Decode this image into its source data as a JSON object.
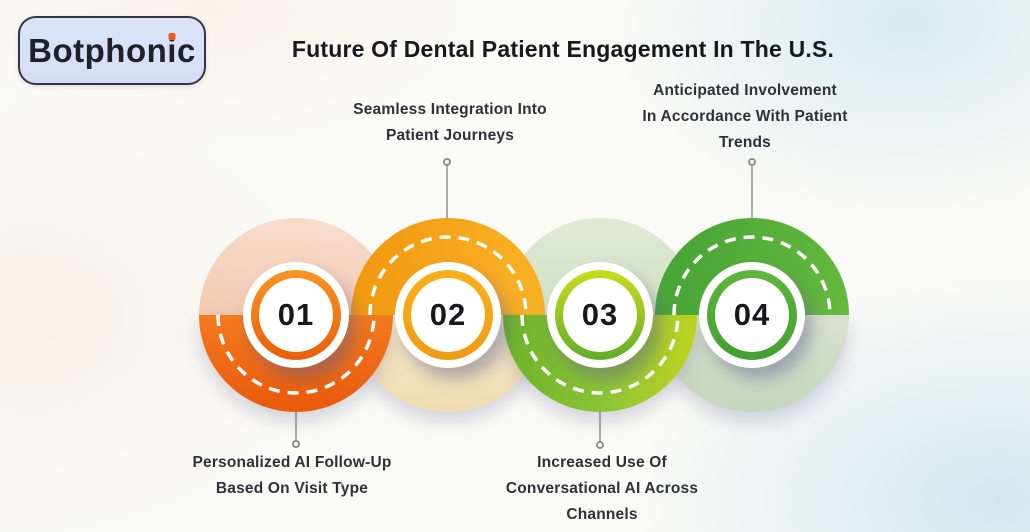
{
  "logo": {
    "text": "Botphonic",
    "text_pre": "Botphon",
    "text_i": "i",
    "text_post": "c",
    "accent_color": "#F1591B",
    "box_color": "#D8E2F8"
  },
  "title": "Future Of Dental Patient Engagement In The U.S.",
  "steps": [
    {
      "number": "01",
      "accent": "#EE6B10",
      "pale": "#F5CFB8",
      "label_position": "bottom",
      "label_lines": [
        "Personalized AI Follow-Up",
        "Based On Visit Type"
      ]
    },
    {
      "number": "02",
      "accent": "#F6A81C",
      "pale": "#F5E3BE",
      "label_position": "top",
      "label_lines": [
        "Seamless Integration Into",
        "Patient Journeys"
      ]
    },
    {
      "number": "03",
      "accent": "#8CC436",
      "pale": "#D7E5CC",
      "label_position": "bottom",
      "label_lines": [
        "Increased Use Of",
        "Conversational AI Across",
        "Channels"
      ]
    },
    {
      "number": "04",
      "accent": "#54AE35",
      "pale": "#CEDCC6",
      "label_position": "top",
      "label_lines": [
        "Anticipated Involvement",
        "In Accordance With Patient",
        "Trends"
      ]
    }
  ],
  "path_style": {
    "dash_color": "#FFFFFF"
  }
}
